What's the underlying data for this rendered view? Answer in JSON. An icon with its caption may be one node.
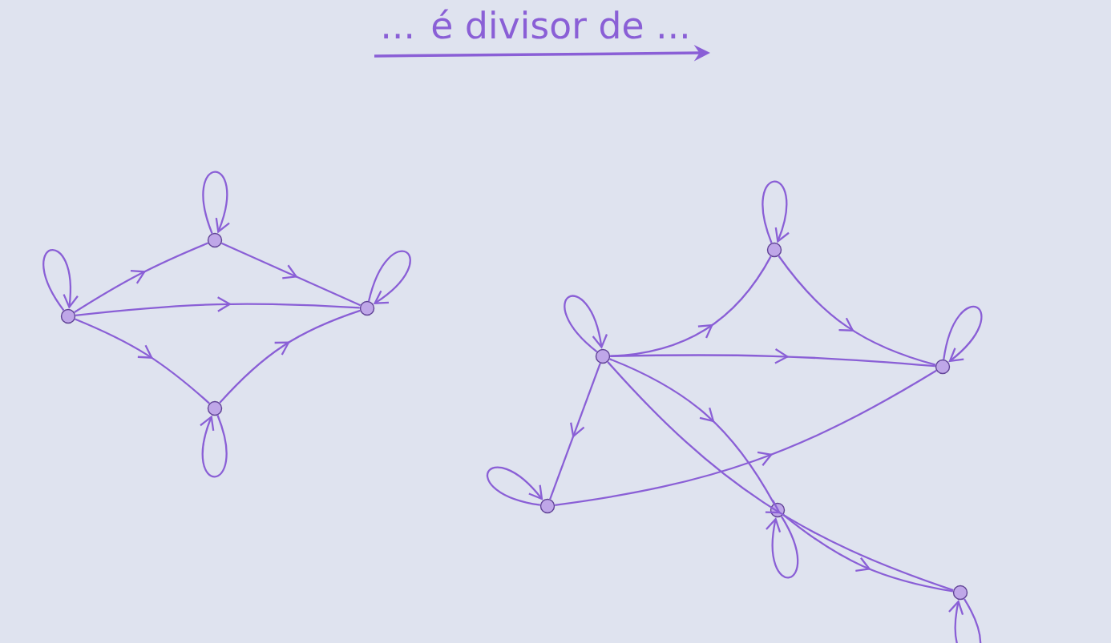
{
  "diagram": {
    "title": "... é divisor de ...",
    "nodes": [
      {
        "text": [],
        "shape": "circle"
      },
      {
        "text": [],
        "shape": "circle"
      },
      {
        "text": [],
        "shape": "circle"
      },
      {
        "text": [],
        "shape": "circle"
      },
      {
        "text": [],
        "shape": "circle"
      },
      {
        "text": [],
        "shape": "circle"
      },
      {
        "text": [],
        "shape": "circle"
      },
      {
        "text": [],
        "shape": "circle"
      },
      {
        "text": [],
        "shape": "circle"
      },
      {
        "text": [],
        "shape": "circle"
      }
    ],
    "edges": [
      {
        "from": 0,
        "to": 0,
        "arrow": "to"
      },
      {
        "from": 1,
        "to": 1,
        "arrow": "to"
      },
      {
        "from": 2,
        "to": 2,
        "arrow": "to"
      },
      {
        "from": 3,
        "to": 3,
        "arrow": "to"
      },
      {
        "from": 0,
        "to": 1,
        "arrow": "to"
      },
      {
        "from": 1,
        "to": 3,
        "arrow": "to"
      },
      {
        "from": 0,
        "to": 3,
        "arrow": "to"
      },
      {
        "from": 0,
        "to": 2,
        "arrow": "to"
      },
      {
        "from": 2,
        "to": 3,
        "arrow": "to"
      },
      {
        "from": 4,
        "to": 4,
        "arrow": "to"
      },
      {
        "from": 5,
        "to": 5,
        "arrow": "to"
      },
      {
        "from": 6,
        "to": 6,
        "arrow": "to"
      },
      {
        "from": 7,
        "to": 7,
        "arrow": "to"
      },
      {
        "from": 8,
        "to": 8,
        "arrow": "to"
      },
      {
        "from": 9,
        "to": 9,
        "arrow": "to"
      },
      {
        "from": 5,
        "to": 6,
        "arrow": "to"
      },
      {
        "from": 6,
        "to": 8,
        "arrow": "to"
      },
      {
        "from": 5,
        "to": 8,
        "arrow": "to"
      },
      {
        "from": 5,
        "to": 4,
        "arrow": "to"
      },
      {
        "from": 4,
        "to": 8,
        "arrow": "to"
      },
      {
        "from": 5,
        "to": 9,
        "arrow": "to"
      },
      {
        "from": 5,
        "to": 7,
        "arrow": "to"
      },
      {
        "from": 7,
        "to": 9,
        "arrow": "to"
      }
    ]
  }
}
